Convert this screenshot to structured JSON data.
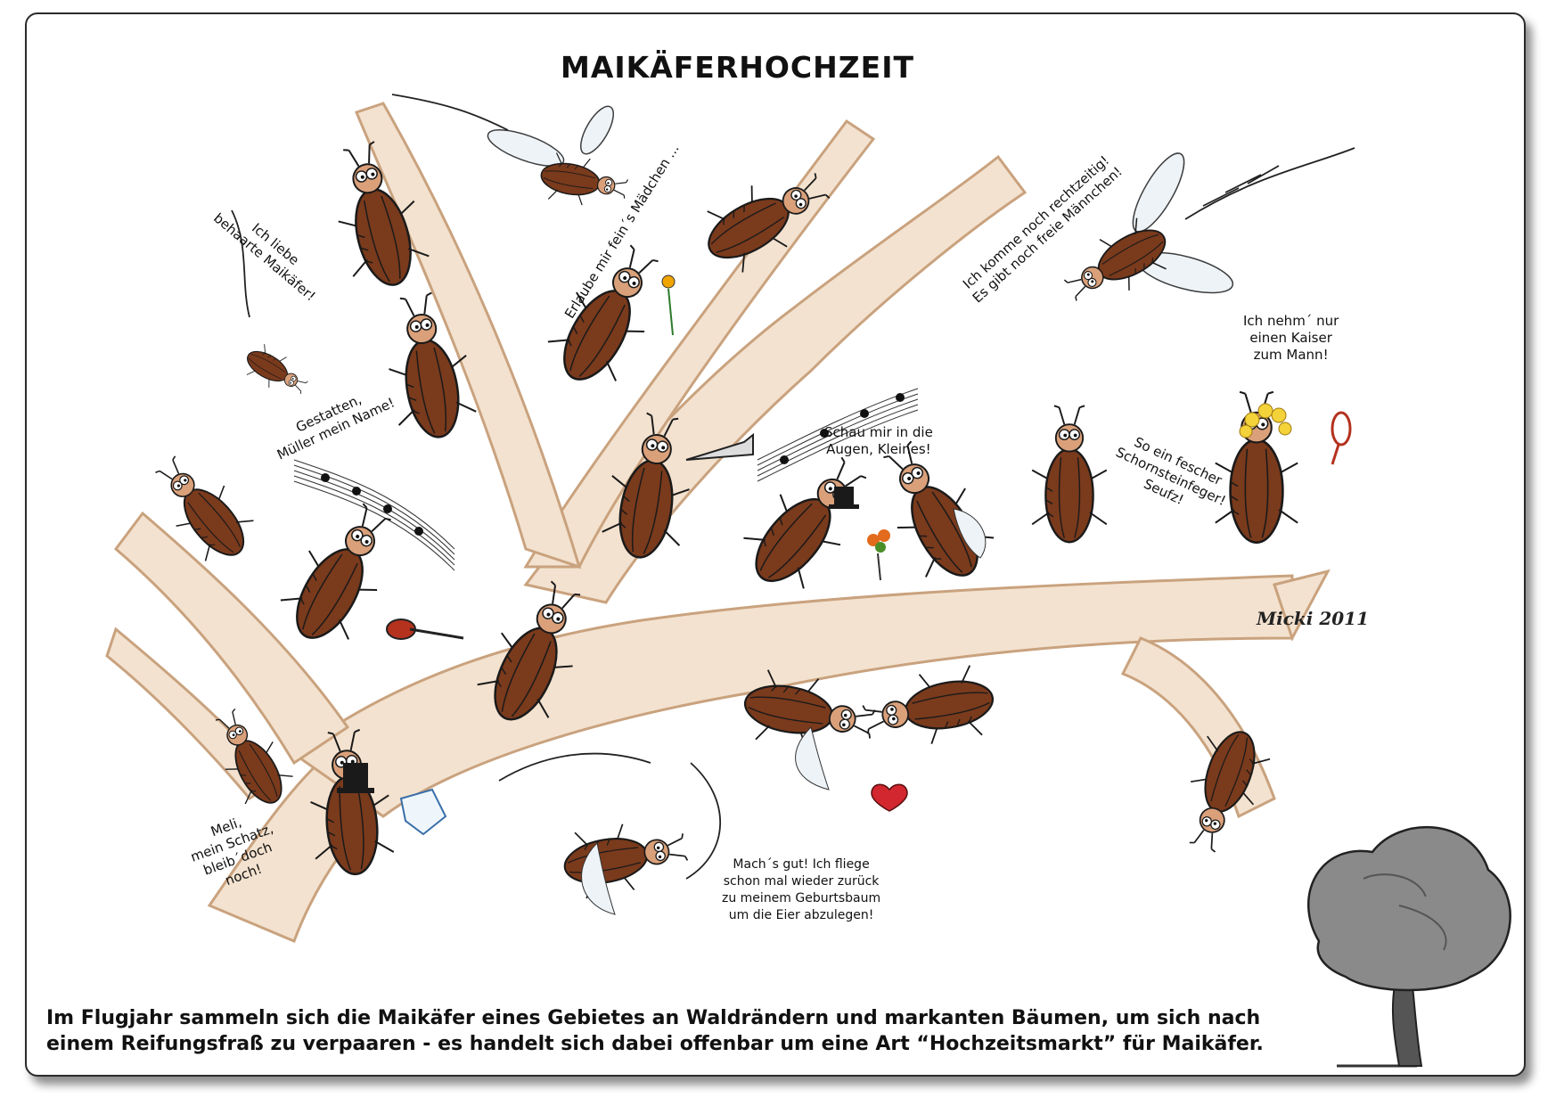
{
  "title": "MAIKÄFERHOCHZEIT",
  "speech_bubbles": {
    "behaarte": "Ich liebe\nbehaarte Maikäfer!",
    "fein_maedchen": "Erlaube mir fein´s Mädchen ...",
    "rechtzeitig": "Ich komme noch rechtzeitig!\nEs gibt noch freie Männchen!",
    "kaiser": "Ich nehm´ nur\neinen Kaiser\nzum Mann!",
    "mueller": "Gestatten,\nMüller mein Name!",
    "augen": "Schau mir in die\nAugen, Kleines!",
    "schornstein": "So ein fescher\nSchornsteinfeger!\nSeufz!",
    "meli": "Meli,\nmein Schatz,\nbleib´doch\nnoch!",
    "machs_gut": "Mach´s gut! Ich fliege\nschon mal wieder zurück\nzu meinem Geburtsbaum\num die Eier abzulegen!"
  },
  "signature": "Micki 2011",
  "caption": [
    "Im Flugjahr sammeln sich die Maikäfer eines Gebietes an Waldrändern und markanten Bäumen, um sich nach",
    "einem Reifungsfraß zu verpaaren - es handelt sich dabei offenbar um eine Art “Hochzeitsmarkt” für Maikäfer."
  ],
  "colors": {
    "branch_fill": "#f3e2cf",
    "branch_edge": "#c9a27e",
    "beetle_shell": "#7a3a1c",
    "tree_crown": "#8a8a8a"
  },
  "icons": [
    "beetle",
    "music-notes",
    "violin",
    "trumpet",
    "top-hat",
    "flower",
    "bouquet",
    "heart",
    "hand-mirror",
    "tree"
  ]
}
